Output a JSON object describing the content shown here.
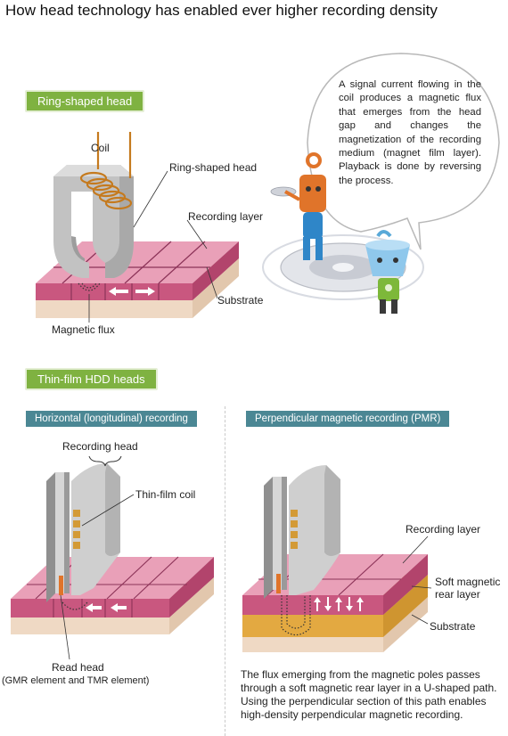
{
  "page_title": "How head technology has enabled ever higher recording density",
  "ring_section": {
    "badge": "Ring-shaped head",
    "labels": {
      "coil": "Coil",
      "ring_head": "Ring-shaped head",
      "recording_layer": "Recording layer",
      "substrate": "Substrate",
      "magnetic_flux": "Magnetic flux"
    },
    "bubble_text": "A signal current flowing in the coil produces a magnetic flux that emerges from the head gap and changes the magnetization of the recording medium (magnet film layer). Playback is done by reversing the process."
  },
  "thin_film_section": {
    "badge": "Thin-film HDD heads",
    "horizontal": {
      "header": "Horizontal (longitudinal) recording",
      "labels": {
        "recording_head": "Recording head",
        "thin_film_coil": "Thin-film coil",
        "read_head": "Read head",
        "read_head_detail": "(GMR element and TMR element)"
      }
    },
    "perpendicular": {
      "header": "Perpendicular magnetic recording (PMR)",
      "labels": {
        "recording_layer": "Recording layer",
        "soft_magnetic_line1": "Soft magnetic",
        "soft_magnetic_line2": "rear layer",
        "substrate": "Substrate"
      },
      "caption": "The flux emerging from the magnetic poles passes through a soft magnetic rear layer in a U-shaped path. Using the perpendicular section of this path enables high-density perpendicular magnetic recording."
    }
  },
  "colors": {
    "green_badge": "#7fb241",
    "teal_badge": "#4b8794",
    "media_pink": "#c9577f",
    "substrate_beige": "#efd9c4",
    "soft_layer_orange": "#e3a941",
    "head_gray": "#b7b7b7",
    "coil_copper": "#c57a1e"
  },
  "icons": [
    "ring-head-illustration",
    "character-orange",
    "character-blue",
    "disk-icon"
  ]
}
